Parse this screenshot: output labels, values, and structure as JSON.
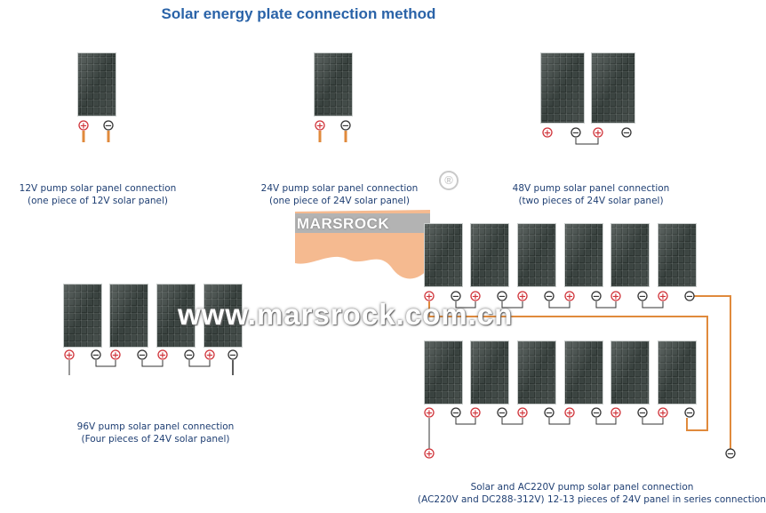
{
  "title": "Solar energy plate connection method",
  "captions": {
    "c12v": {
      "line1": "12V pump solar panel connection",
      "line2": "(one piece of 12V solar panel)"
    },
    "c24v": {
      "line1": "24V pump solar panel connection",
      "line2": "(one piece of 24V solar panel)"
    },
    "c48v": {
      "line1": "48V pump solar panel connection",
      "line2": "(two pieces of 24V solar panel)"
    },
    "c96v": {
      "line1": "96V pump solar panel connection",
      "line2": "(Four pieces of 24V solar panel)"
    },
    "c220v": {
      "line1": "Solar and AC220V pump solar panel connection",
      "line2": "(AC220V and DC288-312V)  12-13 pieces of 24V panel in series connection"
    }
  },
  "watermark": {
    "brand": "MARSROCK",
    "registered": "®",
    "url": "www.marsrock.com.cn"
  },
  "terminal_symbols": {
    "plus": "+",
    "minus": "−"
  },
  "colors": {
    "title": "#2a63a8",
    "caption": "#1f3f73",
    "plus": "#d0343a",
    "minus": "#333333",
    "wire_orange": "#e08a3c",
    "panel": "#2b3330"
  }
}
